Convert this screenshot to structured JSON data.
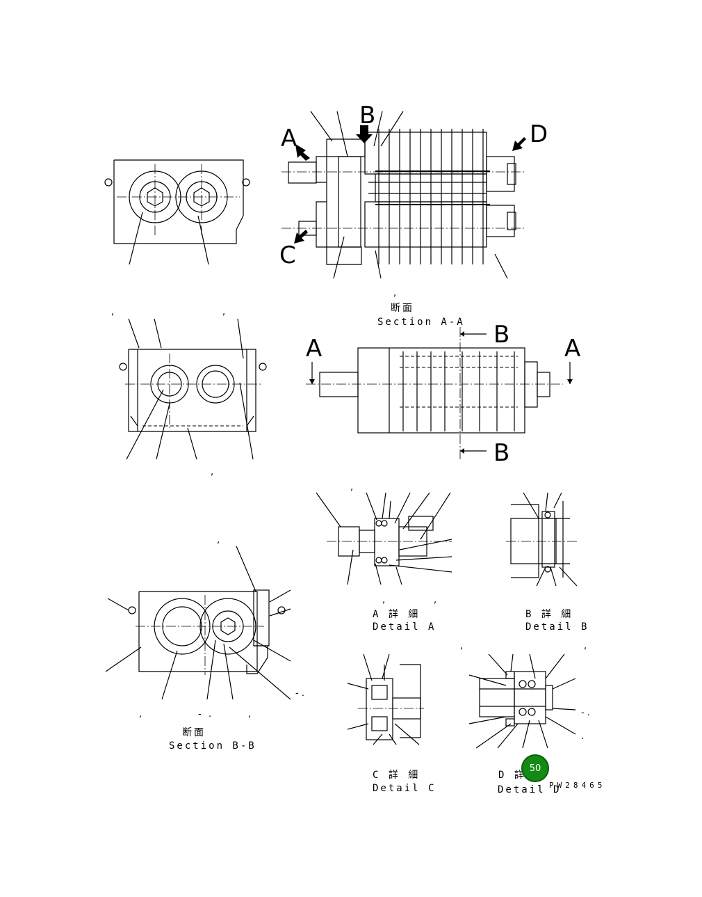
{
  "section_aa": {
    "jp": "断面",
    "en": "Section A-A"
  },
  "section_bb": {
    "jp": "断面",
    "en": "Section B-B"
  },
  "detail_a": {
    "jp": "A 詳 細",
    "en": "Detail A"
  },
  "detail_b": {
    "jp": "B 詳 細",
    "en": "Detail B"
  },
  "detail_c": {
    "jp": "C 詳 細",
    "en": "Detail C"
  },
  "detail_d": {
    "jp": "D 詳",
    "en": "Detail D"
  },
  "letters": {
    "a": "A",
    "b": "B",
    "c": "C",
    "d": "D"
  },
  "drawing_no": "PW28465",
  "page_badge": "50",
  "badge_color": "#138a13"
}
